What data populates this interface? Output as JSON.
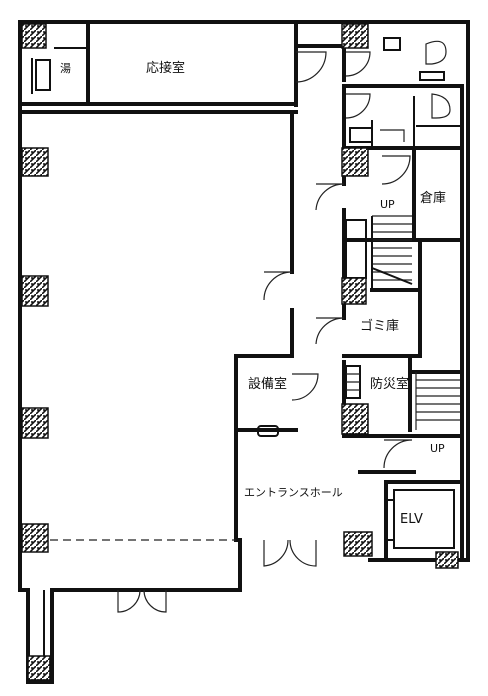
{
  "rooms": {
    "waiting_room": "応接室",
    "storage_room": "倉庫",
    "garbage_room": "ゴミ庫",
    "equipment_room": "設備室",
    "disaster_room": "防災室",
    "entrance_hall": "エントランスホール",
    "elevator": "ELV",
    "stair_up_top": "UP",
    "stair_up_bottom": "UP",
    "small_room": "湯"
  }
}
